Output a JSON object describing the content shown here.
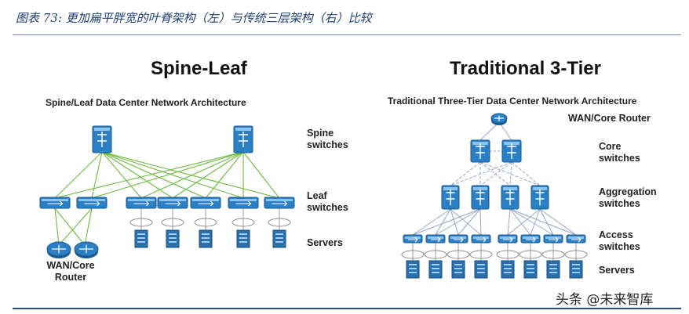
{
  "caption": "图表 73: 更加扁平胖宽的叶脊架构（左）与传统三层架构（右）比较",
  "left": {
    "title": "Spine-Leaf",
    "subtitle": "Spine/Leaf Data Center Network Architecture",
    "labels": {
      "spine_1": "Spine",
      "spine_2": "switches",
      "leaf_1": "Leaf",
      "leaf_2": "switches",
      "servers": "Servers",
      "wan_1": "WAN/Core",
      "wan_2": "Router"
    }
  },
  "right": {
    "title": "Traditional 3-Tier",
    "subtitle": "Traditional Three-Tier Data Center Network Architecture",
    "labels": {
      "wan": "WAN/Core Router",
      "core_1": "Core",
      "core_2": "switches",
      "agg_1": "Aggregation",
      "agg_2": "switches",
      "access_1": "Access",
      "access_2": "switches",
      "servers": "Servers"
    }
  },
  "watermark": "头条 @未来智库",
  "colors": {
    "caption": "#1f3f78",
    "device": "#2b7fc4",
    "spine_link": "#6dbb3e",
    "tier_link": "#9aa6c8",
    "rule": "#274b86"
  }
}
